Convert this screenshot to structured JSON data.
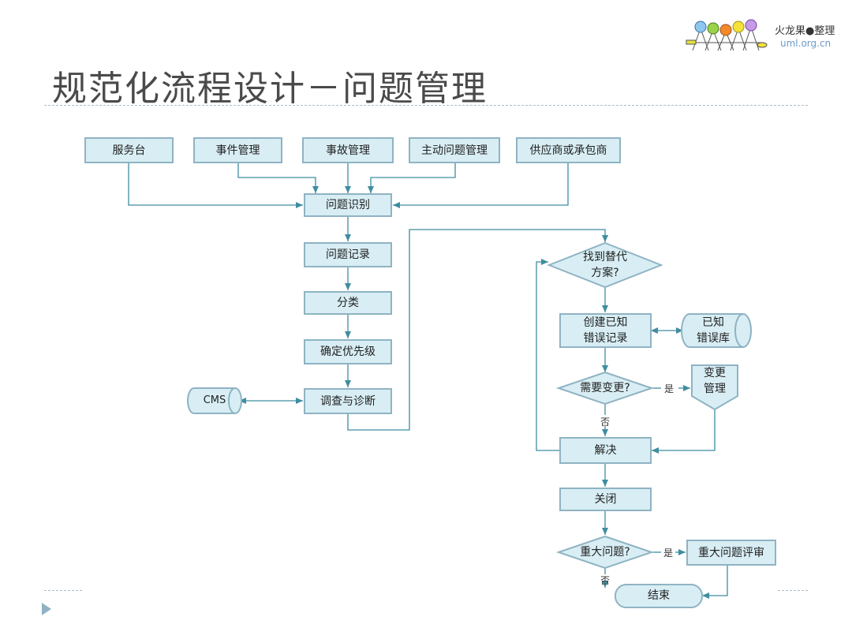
{
  "slide": {
    "title": "规范化流程设计－问题管理",
    "logo": {
      "brand": "火龙果●整理",
      "url": "uml.org.cn"
    }
  },
  "flow": {
    "sources": [
      "服务台",
      "事件管理",
      "事故管理",
      "主动问题管理",
      "供应商或承包商"
    ],
    "identify": "问题识别",
    "record": "问题记录",
    "classify": "分类",
    "priority": "确定优先级",
    "investigate": "调查与诊断",
    "cms": "CMS",
    "workaround": "找到替代\n方案?",
    "known_error_record": "创建已知\n错误记录",
    "known_error_db": "已知\n错误库",
    "need_change": "需要变更?",
    "change_mgmt": "变更\n管理",
    "resolve": "解决",
    "close": "关闭",
    "major_problem": "重大问题?",
    "major_review": "重大问题评审",
    "end": "结束",
    "yes": "是",
    "no": "否"
  }
}
